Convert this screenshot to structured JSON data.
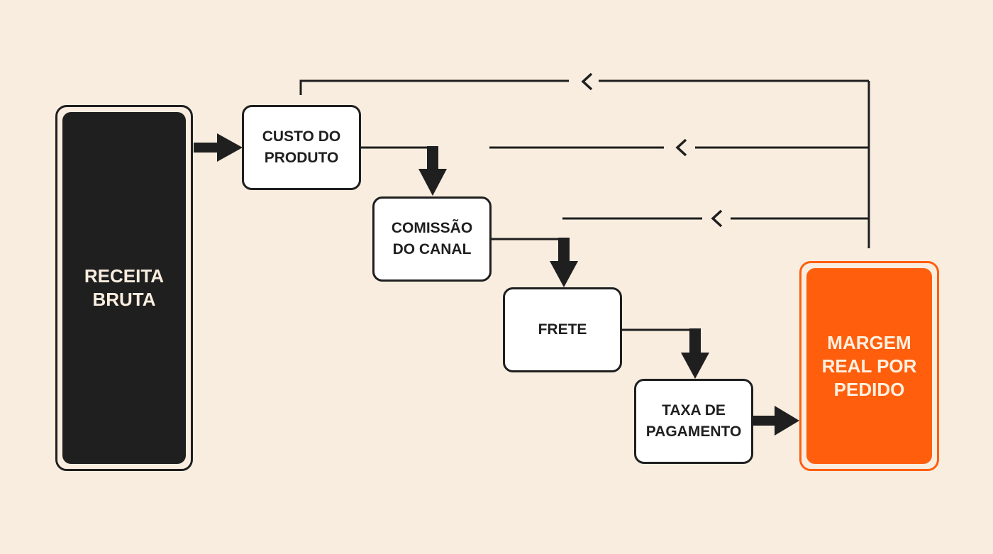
{
  "diagram": {
    "source": {
      "label": "RECEITA\nBRUTA"
    },
    "steps": [
      {
        "label": "CUSTO DO\nPRODUTO"
      },
      {
        "label": "COMISSÃO\nDO CANAL"
      },
      {
        "label": "FRETE"
      },
      {
        "label": "TAXA DE\nPAGAMENTO"
      }
    ],
    "result": {
      "label": "MARGEM\nREAL POR\nPEDIDO"
    },
    "colors": {
      "background": "#f8eddf",
      "ink": "#1f1f1f",
      "accent": "#ff5e0d",
      "box_fill": "#ffffff"
    }
  }
}
